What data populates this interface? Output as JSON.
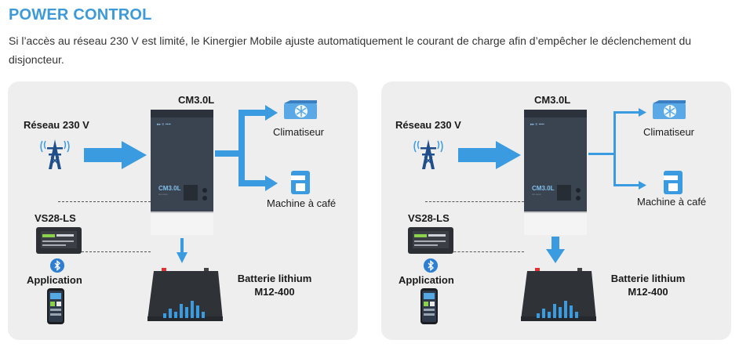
{
  "header": {
    "title": "POWER CONTROL",
    "description": "Si l’accès au réseau 230 V est limité, le Kinergier Mobile ajuste automatiquement le courant de charge afin d’empêcher le déclenchement du disjoncteur."
  },
  "panels": [
    {
      "inverter_label": "CM3.0L",
      "inverter_model_text": "CM3.0L",
      "grid_label": "Réseau 230 V",
      "monitor_label": "VS28-LS",
      "app_label": "Application",
      "ac_label": "Climatiseur",
      "coffee_label": "Machine à café",
      "battery_label_line1": "Batterie lithium",
      "battery_label_line2": "M12-400"
    },
    {
      "inverter_label": "CM3.0L",
      "inverter_model_text": "CM3.0L",
      "grid_label": "Réseau 230 V",
      "monitor_label": "VS28-LS",
      "app_label": "Application",
      "ac_label": "Climatiseur",
      "coffee_label": "Machine à café",
      "battery_label_line1": "Batterie lithium",
      "battery_label_line2": "M12-400"
    }
  ],
  "colors": {
    "accent": "#3d9ad8",
    "arrow": "#3a9be0",
    "panel_bg": "#eeeeef",
    "inverter": "#3a4350",
    "battery": "#2f3237"
  },
  "icons": [
    "power-tower-icon",
    "air-conditioner-icon",
    "coffee-machine-icon",
    "bluetooth-icon",
    "smartphone-icon",
    "monitor-icon"
  ]
}
